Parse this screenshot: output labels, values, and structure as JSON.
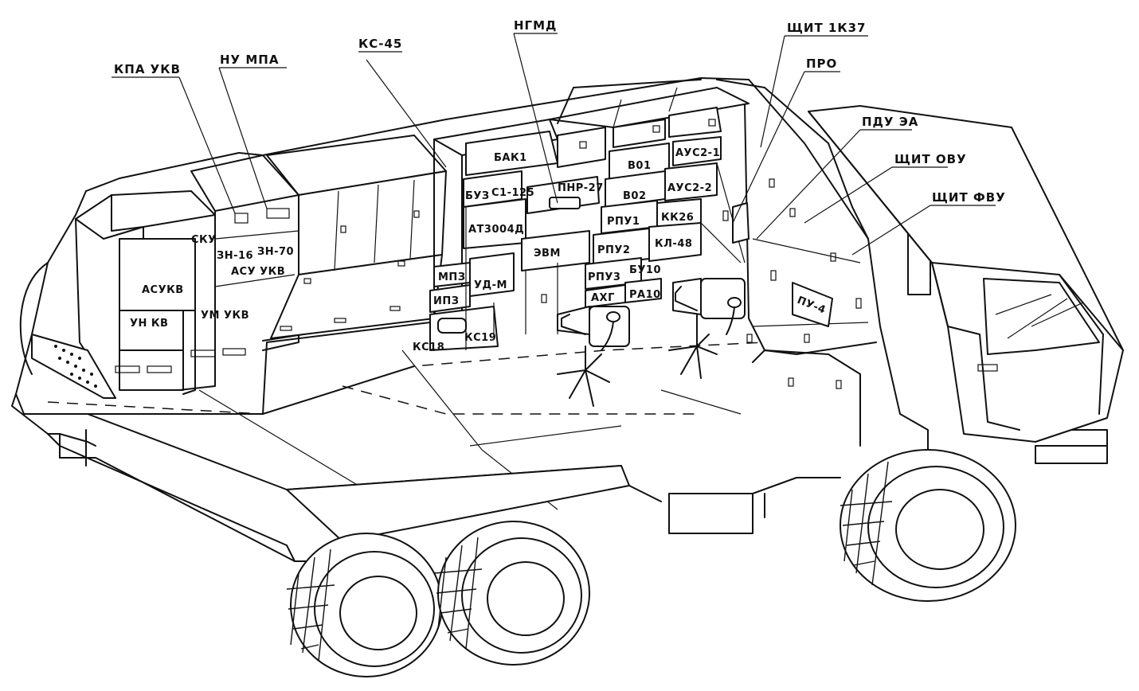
{
  "callouts": {
    "kpa_ukv": "КПА УКВ",
    "nu_mpa": "НУ МПА",
    "ks45": "КС-45",
    "ngmd": "НГМД",
    "shchit_1k37": "ЩИТ 1К37",
    "pro": "ПРО",
    "pdu_ea": "ПДУ ЭА",
    "shchit_ovu": "ЩИТ ОВУ",
    "shchit_fvu": "ЩИТ ФВУ"
  },
  "units": {
    "sku": "СКУ",
    "acu_kv": "АСУКВ",
    "un_kv": "УН КВ",
    "zn16": "ЗН-16",
    "zn70": "ЗН-70",
    "acu_ukv": "АСУ УКВ",
    "um_ukv": "УМ УКВ",
    "bak1": "БАК1",
    "buz": "БУЗ",
    "s1_125": "С1-125",
    "pnr27": "ПНР-27",
    "v01": "В01",
    "v02": "В02",
    "aus21": "АУС2-1",
    "aus22": "АУС2-2",
    "at3004d": "АТ3004Д",
    "rpu1": "РПУ1",
    "kk26": "КК26",
    "kl48": "КЛ-48",
    "evm": "ЭВМ",
    "rpu2": "РПУ2",
    "rpu3": "РПУ3",
    "bu10": "БУ10",
    "mpz": "МПЗ",
    "ud_m": "УД-М",
    "ipz": "ИПЗ",
    "axg": "АХГ",
    "ra10": "РА10",
    "ks18": "КС18",
    "ks19": "КС19",
    "pu4": "ПУ-4"
  },
  "colors": {
    "ink": "#111111",
    "paper": "#ffffff"
  }
}
